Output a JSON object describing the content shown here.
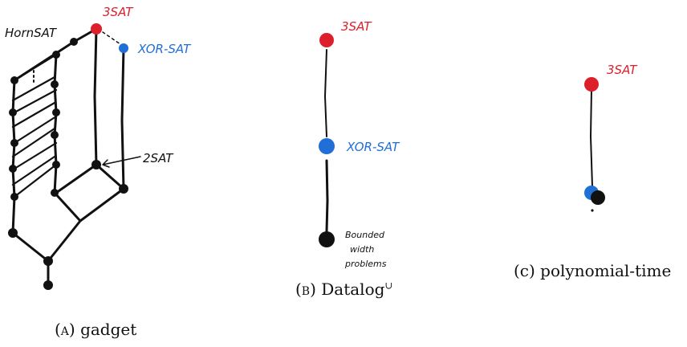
{
  "colors": {
    "red": "#dc1f2b",
    "blue": "#1f6fd6",
    "black": "#111111"
  },
  "panel_a": {
    "label_3sat": "3SAT",
    "label_hornsat": "HornSAT",
    "label_xorsat": "XOR-SAT",
    "label_2sat": "2SAT",
    "caption_letter": "(a)",
    "caption_text": "gadget"
  },
  "panel_b": {
    "label_3sat": "3SAT",
    "label_xorsat": "XOR-SAT",
    "label_bounded_1": "Bounded",
    "label_bounded_2": "width",
    "label_bounded_3": "problems",
    "caption_letter": "(b)",
    "caption_text": "Datalog",
    "caption_sup": "∪"
  },
  "panel_c": {
    "label_3sat": "3SAT",
    "caption_text": "(c) polynomial-time"
  }
}
